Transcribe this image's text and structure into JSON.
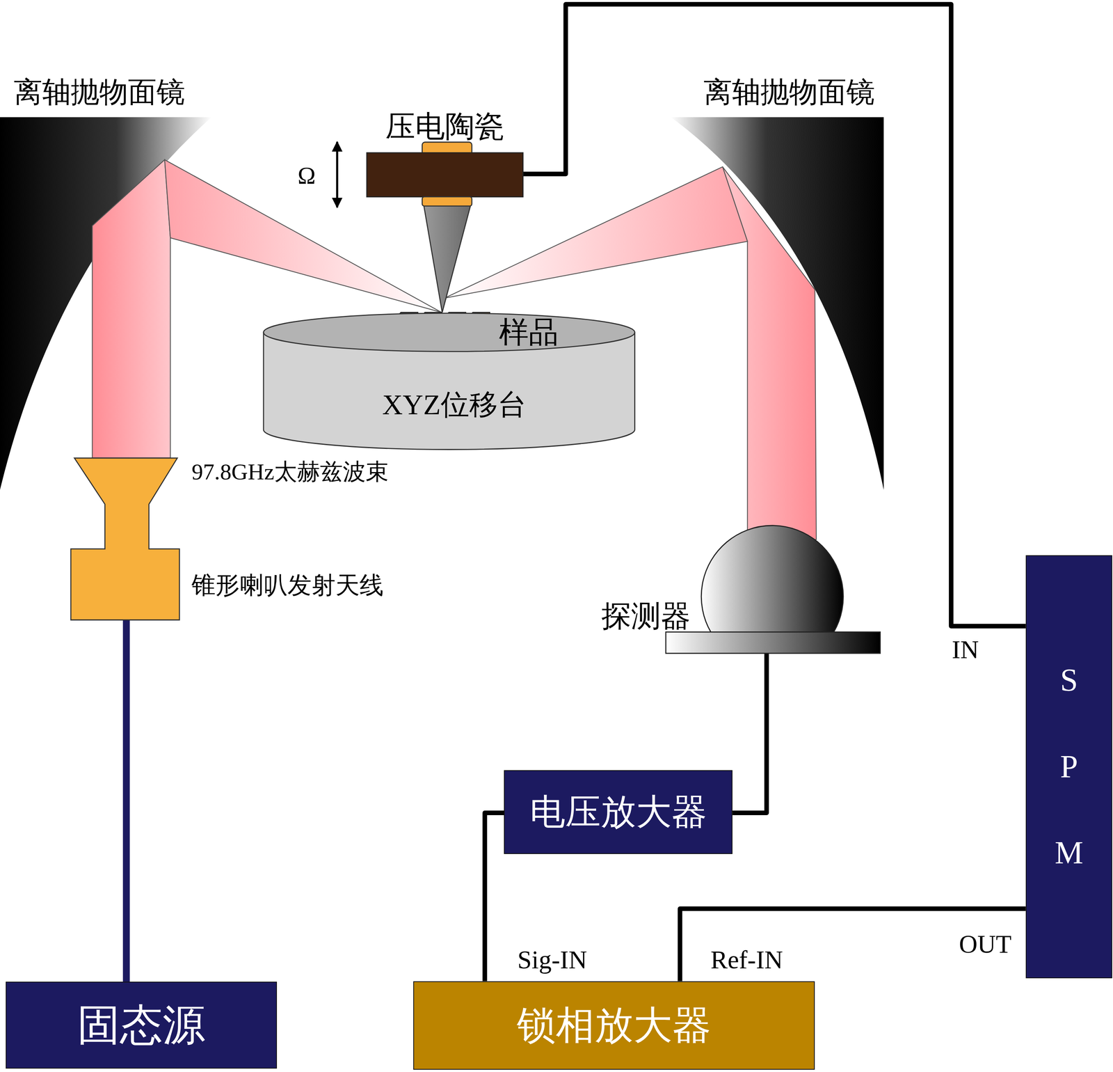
{
  "diagram": {
    "nodes": [
      {
        "text": [
          "压电陶瓷"
        ]
      },
      {
        "text": [
          "样品"
        ]
      },
      {
        "text": [
          "XYZ位移台"
        ]
      },
      {
        "text": [
          "锥形喇叭发射天线"
        ]
      },
      {
        "text": [
          "固态源"
        ]
      },
      {
        "text": [
          "探测器"
        ]
      },
      {
        "text": [
          "电压放大器"
        ]
      },
      {
        "text": [
          "锁相放大器"
        ]
      },
      {
        "text": [
          "SPM"
        ]
      }
    ],
    "edges": [
      {
        "from": 4,
        "to": 3,
        "arrow": "none"
      },
      {
        "from": 5,
        "to": 6,
        "arrow": "none"
      },
      {
        "from": 6,
        "to": 7,
        "arrow": "none"
      },
      {
        "from": 8,
        "to": 7,
        "arrow": "none"
      },
      {
        "from": 0,
        "to": 8,
        "arrow": "none"
      }
    ],
    "labels": [
      "离轴抛物面镜",
      "离轴抛物面镜",
      "Ω",
      "97.8GHz太赫兹波束",
      "Sig-IN",
      "Ref-IN",
      "IN",
      "OUT"
    ]
  }
}
